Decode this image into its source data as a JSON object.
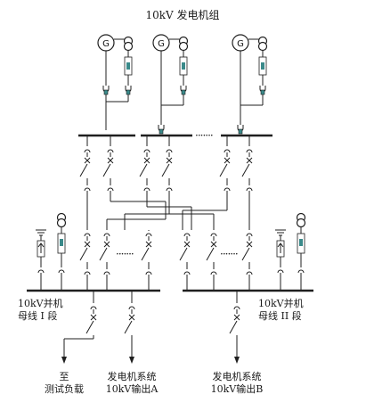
{
  "title": "10kV 发电机组",
  "generator_letter": "G",
  "dots": "·······",
  "bus_left_label": [
    "10kV并机",
    "母线 I 段"
  ],
  "bus_right_label": [
    "10kV并机",
    "母线 II 段"
  ],
  "outputs": [
    {
      "id": "test-load",
      "lines": [
        "至",
        "测试负载"
      ]
    },
    {
      "id": "output-a",
      "lines": [
        "发电机系统",
        "10kV输出A"
      ]
    },
    {
      "id": "output-b",
      "lines": [
        "发电机系统",
        "10kV输出B"
      ]
    }
  ],
  "colors": {
    "line": "#1f1f1f",
    "accent": "#3a8a8a"
  }
}
